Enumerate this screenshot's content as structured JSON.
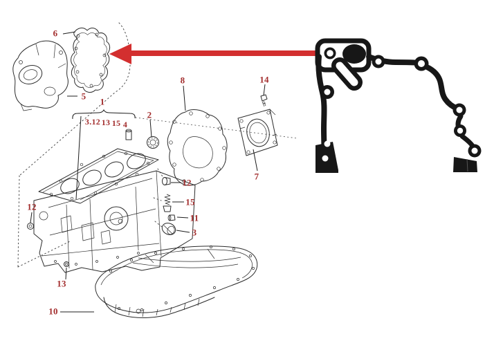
{
  "colors": {
    "background": "#ffffff",
    "callout": "#a32e2e",
    "arrow": "#d32f2f",
    "line": "#2b2b2b",
    "photo_gasket": "#171717"
  },
  "callouts": [
    {
      "id": "6",
      "text": "6"
    },
    {
      "id": "5",
      "text": "5"
    },
    {
      "id": "1",
      "text": "1"
    },
    {
      "id": "group-3.12",
      "text": "3.12"
    },
    {
      "id": "group-13",
      "text": "13"
    },
    {
      "id": "group-15",
      "text": "15"
    },
    {
      "id": "group-4",
      "text": "4"
    },
    {
      "id": "2",
      "text": "2"
    },
    {
      "id": "8",
      "text": "8"
    },
    {
      "id": "14",
      "text": "14"
    },
    {
      "id": "7",
      "text": "7"
    },
    {
      "id": "12-left",
      "text": "12"
    },
    {
      "id": "12-mid",
      "text": "12"
    },
    {
      "id": "15-mid",
      "text": "15"
    },
    {
      "id": "11",
      "text": "11"
    },
    {
      "id": "3",
      "text": "3"
    },
    {
      "id": "13-bottom",
      "text": "13"
    },
    {
      "id": "10",
      "text": "10"
    }
  ]
}
